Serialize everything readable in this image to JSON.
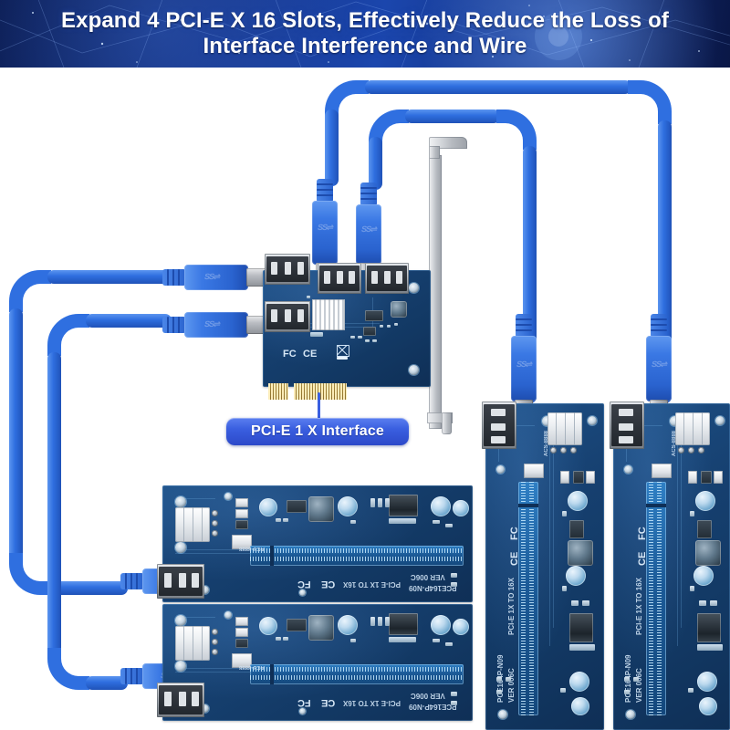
{
  "banner": {
    "title_line1": "Expand 4 PCI-E X 16 Slots, Effectively Reduce the Loss of",
    "title_line2": "Interface Interference and Wire",
    "bg_color": "#123083",
    "text_color": "#ffffff"
  },
  "callout": {
    "label": "PCI-E 1 X Interface",
    "badge_color": "#3a5fe0",
    "text_color": "#ffffff"
  },
  "adapter_card": {
    "name": "PCI-E 1X to 4 USB 3.0 adapter card",
    "usb_port_count": 4,
    "gold_finger_label": "PCI-E x1 edge connector",
    "bracket_label": "metal PCI slot bracket",
    "marks": [
      "FC",
      "CE",
      "WEEE"
    ]
  },
  "riser_cards": [
    {
      "id": "riser-left-top",
      "orientation": "horizontal",
      "model": "PCE164P-N09",
      "version": "VER 006C",
      "slot_label": "PCI-E 1X TO 16X",
      "brand": "ACS-8888",
      "marks": [
        "FC",
        "CE"
      ]
    },
    {
      "id": "riser-left-bottom",
      "orientation": "horizontal",
      "model": "PCE164P-N09",
      "version": "VER 006C",
      "slot_label": "PCI-E 1X TO 16X",
      "brand": "ACS-8888",
      "marks": [
        "FC",
        "CE"
      ]
    },
    {
      "id": "riser-right-first",
      "orientation": "vertical",
      "model": "PCE164P-N09",
      "version": "VER 006C",
      "slot_label": "PCI-E 1X TO 16X",
      "brand": "ACS-8888",
      "marks": [
        "FC",
        "CE"
      ]
    },
    {
      "id": "riser-right-second",
      "orientation": "vertical",
      "model": "PCE164P-N09",
      "version": "VER 006C",
      "slot_label": "PCI-E 1X TO 16X",
      "brand": "ACS-8888",
      "marks": [
        "FC",
        "CE"
      ]
    }
  ],
  "cables": {
    "count": 4,
    "type": "USB 3.0 A-to-A",
    "color": "#2f6fe0",
    "connector_logo": "SS"
  },
  "colors": {
    "pcb_blue": "#164070",
    "cable_blue": "#2f6fe0",
    "gold": "#c9a94f",
    "metal": "#b6bac0"
  }
}
